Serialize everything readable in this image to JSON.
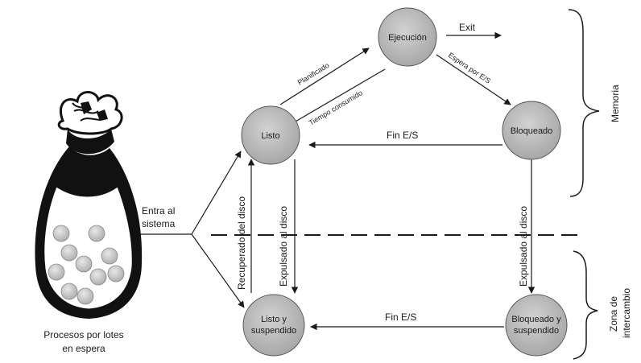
{
  "nodes": {
    "ejecucion": "Ejecución",
    "listo": "Listo",
    "bloqueado": "Bloqueado",
    "listo_suspendido_1": "Listo y",
    "listo_suspendido_2": "suspendido",
    "bloqueado_suspendido_1": "Bloqueado y",
    "bloqueado_suspendido_2": "suspendido"
  },
  "edges": {
    "exit": "Exit",
    "planificado": "Planificado",
    "tiempo_consumido": "Tiempo consumido",
    "espera_es": "Espera por E/S",
    "fin_es_top": "Fin E/S",
    "fin_es_bottom": "Fin E/S",
    "recuperado": "Recuperado del disco",
    "expulsado_left": "Expulsado al disco",
    "expulsado_right": "Expulsado al disco",
    "entra_1": "Entra al",
    "entra_2": "sistema"
  },
  "bag": {
    "caption_1": "Procesos por lotes",
    "caption_2": "en espera"
  },
  "regions": {
    "memoria": "Memoria",
    "zona_1": "Zona de",
    "zona_2": "intercambio"
  },
  "colors": {
    "node_fill": "#b8b8b8",
    "ink": "#1a1a1a",
    "bag": "#111111"
  }
}
